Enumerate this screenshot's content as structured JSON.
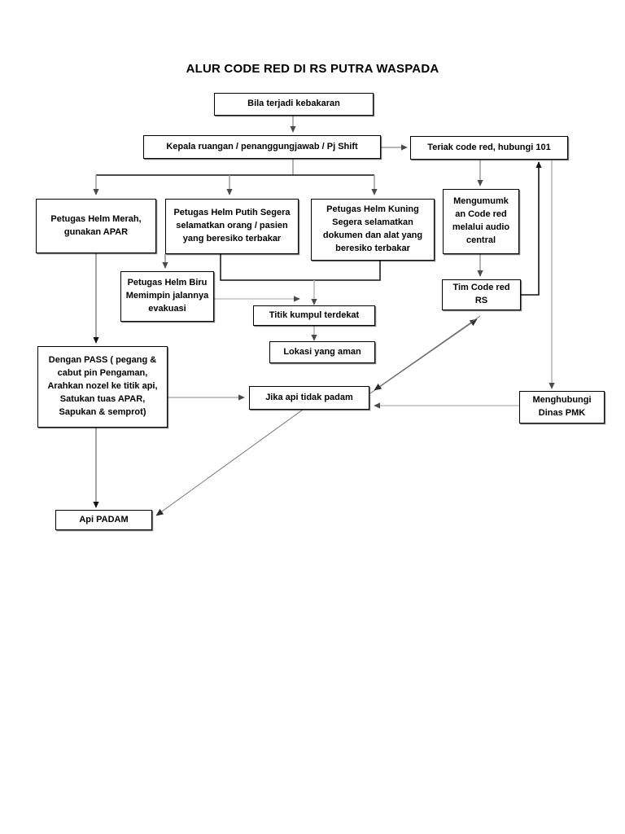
{
  "title": "ALUR CODE RED DI RS PUTRA WASPADA",
  "chart_data": {
    "type": "diagram",
    "title": "ALUR CODE RED DI RS PUTRA WASPADA",
    "diagram_kind": "flowchart",
    "orientation": "top-down",
    "nodes": [
      {
        "id": "start",
        "label": "Bila terjadi kebakaran"
      },
      {
        "id": "kepala",
        "label": "Kepala ruangan / penanggungjawab / Pj Shift"
      },
      {
        "id": "teriak",
        "label": "Teriak code red, hubungi 101"
      },
      {
        "id": "merah",
        "label": "Petugas Helm  Merah, gunakan APAR"
      },
      {
        "id": "putih",
        "label": "Petugas Helm Putih Segera selamatkan orang / pasien yang beresiko terbakar"
      },
      {
        "id": "kuning",
        "label": "Petugas Helm Kuning Segera selamatkan dokumen dan alat yang beresiko terbakar"
      },
      {
        "id": "audio",
        "label": "Mengumumk an Code red melalui audio central"
      },
      {
        "id": "biru",
        "label": "Petugas Helm Biru Memimpin jalannya evakuasi"
      },
      {
        "id": "tim",
        "label": "Tim Code red RS"
      },
      {
        "id": "titik",
        "label": "Titik kumpul terdekat"
      },
      {
        "id": "lokasi",
        "label": "Lokasi yang aman"
      },
      {
        "id": "pass",
        "label": "Dengan PASS ( pegang & cabut pin Pengaman, Arahkan nozel ke titik api, Satukan tuas APAR, Sapukan & semprot)"
      },
      {
        "id": "jika",
        "label": "Jika api tidak padam"
      },
      {
        "id": "pmk",
        "label": "Menghubungi Dinas PMK"
      },
      {
        "id": "padam",
        "label": "Api PADAM"
      }
    ],
    "edges": [
      {
        "from": "start",
        "to": "kepala"
      },
      {
        "from": "kepala",
        "to": "teriak"
      },
      {
        "from": "kepala",
        "to": "merah"
      },
      {
        "from": "kepala",
        "to": "putih"
      },
      {
        "from": "kepala",
        "to": "kuning"
      },
      {
        "from": "teriak",
        "to": "audio"
      },
      {
        "from": "audio",
        "to": "tim"
      },
      {
        "from": "tim",
        "to": "teriak"
      },
      {
        "from": "putih",
        "to": "biru"
      },
      {
        "from": "putih",
        "to": "titik"
      },
      {
        "from": "kuning",
        "to": "titik"
      },
      {
        "from": "biru",
        "to": "titik"
      },
      {
        "from": "titik",
        "to": "lokasi"
      },
      {
        "from": "merah",
        "to": "pass"
      },
      {
        "from": "pass",
        "to": "jika"
      },
      {
        "from": "pass",
        "to": "padam"
      },
      {
        "from": "jika",
        "to": "tim"
      },
      {
        "from": "tim",
        "to": "jika"
      },
      {
        "from": "teriak",
        "to": "pmk"
      },
      {
        "from": "pmk",
        "to": "jika"
      },
      {
        "from": "jika",
        "to": "padam"
      }
    ]
  },
  "nodes": {
    "start": {
      "label": "Bila terjadi kebakaran"
    },
    "kepala": {
      "label": "Kepala ruangan / penanggungjawab / Pj Shift"
    },
    "teriak": {
      "label": "Teriak code red, hubungi 101"
    },
    "merah": {
      "label": "Petugas Helm  Merah, gunakan APAR"
    },
    "putih": {
      "label": "Petugas Helm Putih Segera selamatkan orang / pasien yang beresiko terbakar"
    },
    "kuning": {
      "label": "Petugas Helm Kuning Segera selamatkan dokumen dan alat yang beresiko terbakar"
    },
    "audio": {
      "label": "Mengumumk an Code red melalui audio central"
    },
    "biru": {
      "label": "Petugas Helm Biru Memimpin jalannya evakuasi"
    },
    "tim": {
      "label": "Tim Code red RS"
    },
    "titik": {
      "label": "Titik kumpul terdekat"
    },
    "lokasi": {
      "label": "Lokasi yang aman"
    },
    "pass": {
      "label": "Dengan PASS ( pegang & cabut pin Pengaman, Arahkan nozel ke titik api, Satukan tuas APAR, Sapukan & semprot)"
    },
    "jika": {
      "label": "Jika api tidak padam"
    },
    "pmk": {
      "label": "Menghubungi Dinas PMK"
    },
    "padam": {
      "label": "Api PADAM"
    }
  },
  "colors": {
    "background": "#ffffff",
    "node_border": "#000000",
    "node_fill": "#ffffff",
    "text": "#000000",
    "connector_grey": "#9a9a9a",
    "connector_black": "#000000"
  }
}
